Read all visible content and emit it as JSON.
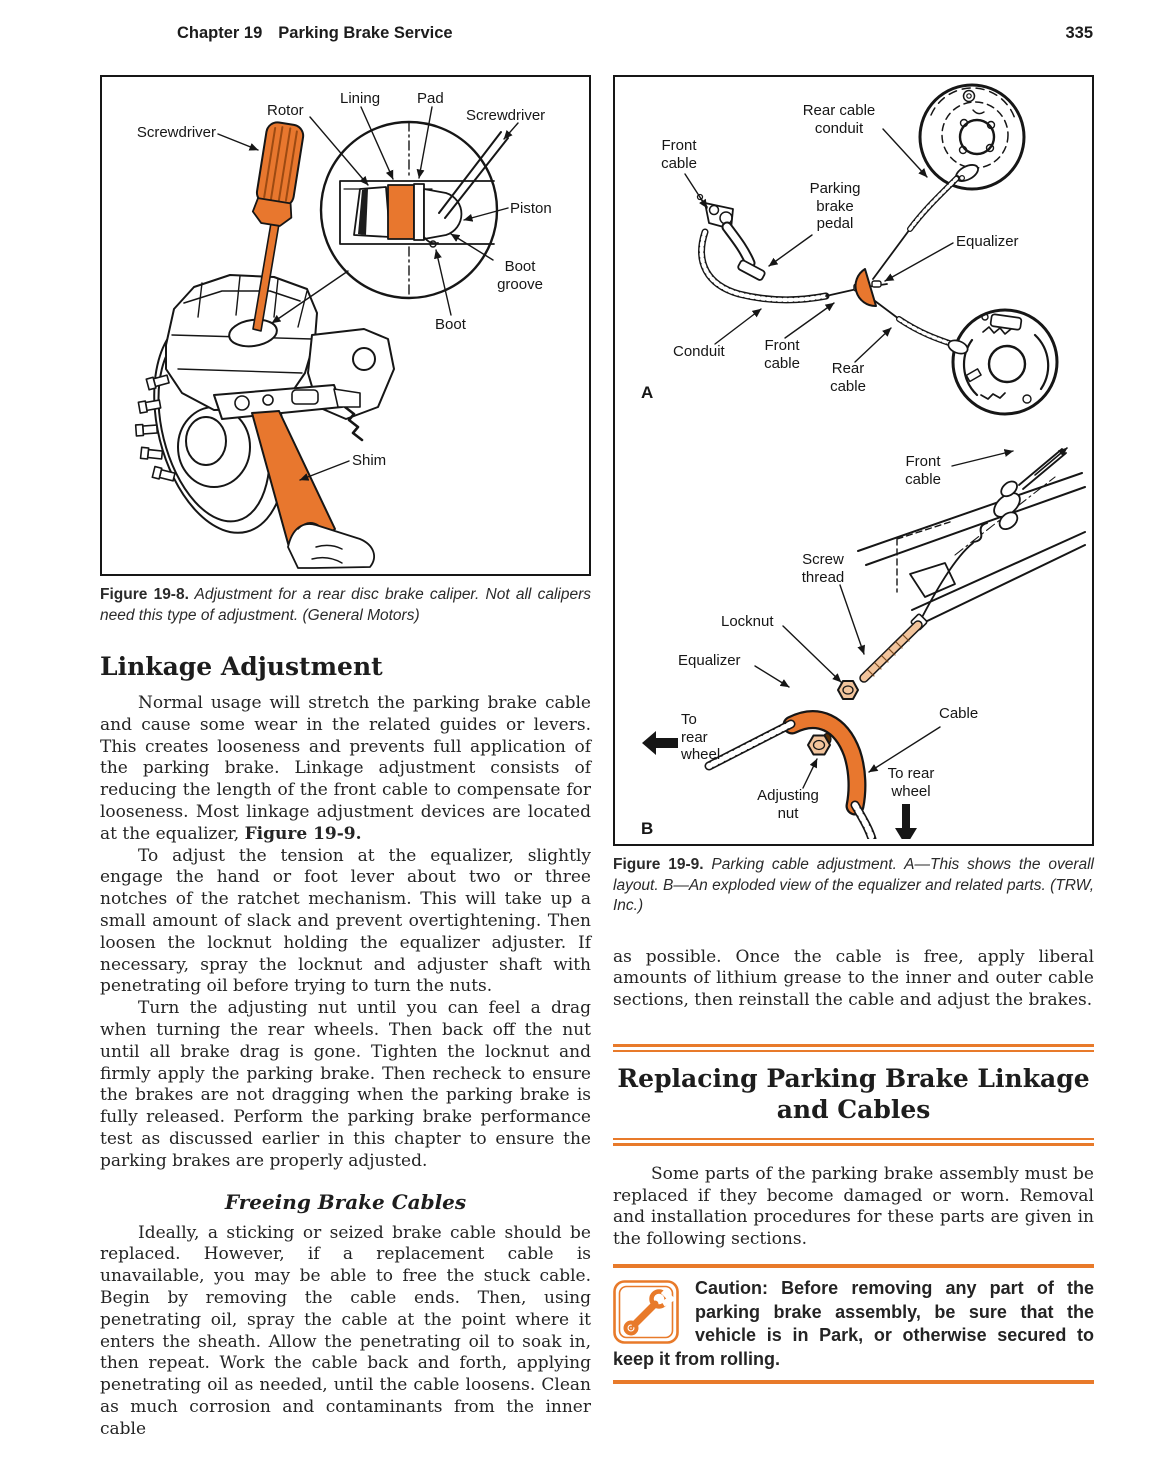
{
  "header": {
    "chapter_label": "Chapter 19",
    "chapter_title": "Parking Brake Service",
    "page_number": "335"
  },
  "colors": {
    "accent_orange": "#E87A2A",
    "figure_orange": "#E8772E",
    "nut_tan": "#F2C49C",
    "line_black": "#161616"
  },
  "figure_19_8": {
    "caption_label": "Figure 19-8.",
    "caption_text": " Adjustment for a rear disc brake caliper. Not all calipers need this type of adjustment. (General Motors)",
    "labels": {
      "screwdriver_left": "Screwdriver",
      "rotor": "Rotor",
      "lining": "Lining",
      "pad": "Pad",
      "screwdriver_right": "Screwdriver",
      "piston": "Piston",
      "boot_groove": "Boot\ngroove",
      "boot": "Boot",
      "shim": "Shim"
    }
  },
  "left_column": {
    "heading": "Linkage Adjustment",
    "para1_before": "Normal usage will stretch the parking brake cable and cause some wear in the related guides or levers. This creates looseness and prevents full application of the parking brake. Linkage adjustment consists of reducing the length of the front cable to compensate for looseness. Most linkage adjustment devices are located at the equalizer, ",
    "para1_ref": "Figure 19-9.",
    "para2": "To adjust the tension at the equalizer, slightly engage the hand or foot lever about two or three notches of the ratchet mechanism. This will take up a small amount of slack and prevent overtightening. Then loosen the locknut holding the equalizer adjuster. If necessary, spray the locknut and adjuster shaft with penetrating oil before trying to turn the nuts.",
    "para3": "Turn the adjusting nut until you can feel a drag when turning the rear wheels. Then back off the nut until all brake drag is gone. Tighten the locknut and firmly apply the parking brake. Then recheck to ensure the brakes are not dragging when the parking brake is fully released. Perform the parking brake performance test as discussed earlier in this chapter to ensure the parking brakes are properly adjusted.",
    "subheading": "Freeing Brake Cables",
    "para4": "Ideally, a sticking or seized brake cable should be replaced. However, if a replacement cable is unavailable, you may be able to free the stuck cable. Begin by removing the cable ends. Then, using penetrating oil, spray the cable at the point where it enters the sheath. Allow the penetrating oil to soak in, then repeat. Work the cable back and forth, applying penetrating oil as needed, until the cable loosens. Clean as much corrosion and contaminants from the inner cable"
  },
  "figure_19_9": {
    "caption_label": "Figure 19-9.",
    "caption_text": " Parking cable adjustment. A—This shows the overall layout. B—An exploded view of the equalizer and related parts. (TRW, Inc.)",
    "panel_a": {
      "marker": "A",
      "labels": {
        "rear_cable_conduit": "Rear cable\nconduit",
        "front_cable": "Front\ncable",
        "parking_brake_pedal": "Parking\nbrake\npedal",
        "equalizer": "Equalizer",
        "conduit": "Conduit",
        "front_cable_2": "Front\ncable",
        "rear_cable": "Rear\ncable"
      }
    },
    "panel_b": {
      "marker": "B",
      "labels": {
        "front_cable": "Front\ncable",
        "screw_thread": "Screw\nthread",
        "locknut": "Locknut",
        "equalizer": "Equalizer",
        "to_rear_wheel_left": "To\nrear\nwheel",
        "adjusting_nut": "Adjusting\nnut",
        "cable": "Cable",
        "to_rear_wheel_right": "To rear\nwheel"
      }
    }
  },
  "right_column": {
    "para_continued": "as possible. Once the cable is free, apply liberal amounts of lithium grease to the inner and outer cable sections, then reinstall the cable and adjust the brakes.",
    "section_heading": "Replacing Parking Brake Linkage and Cables",
    "para_intro": "Some parts of the parking brake assembly must be replaced if they become damaged or worn. Removal and installation procedures for these parts are given in the following sections.",
    "caution_text": "Caution: Before removing any part of the parking brake assembly, be sure that the vehicle is in Park, or otherwise secured to keep it from rolling."
  }
}
